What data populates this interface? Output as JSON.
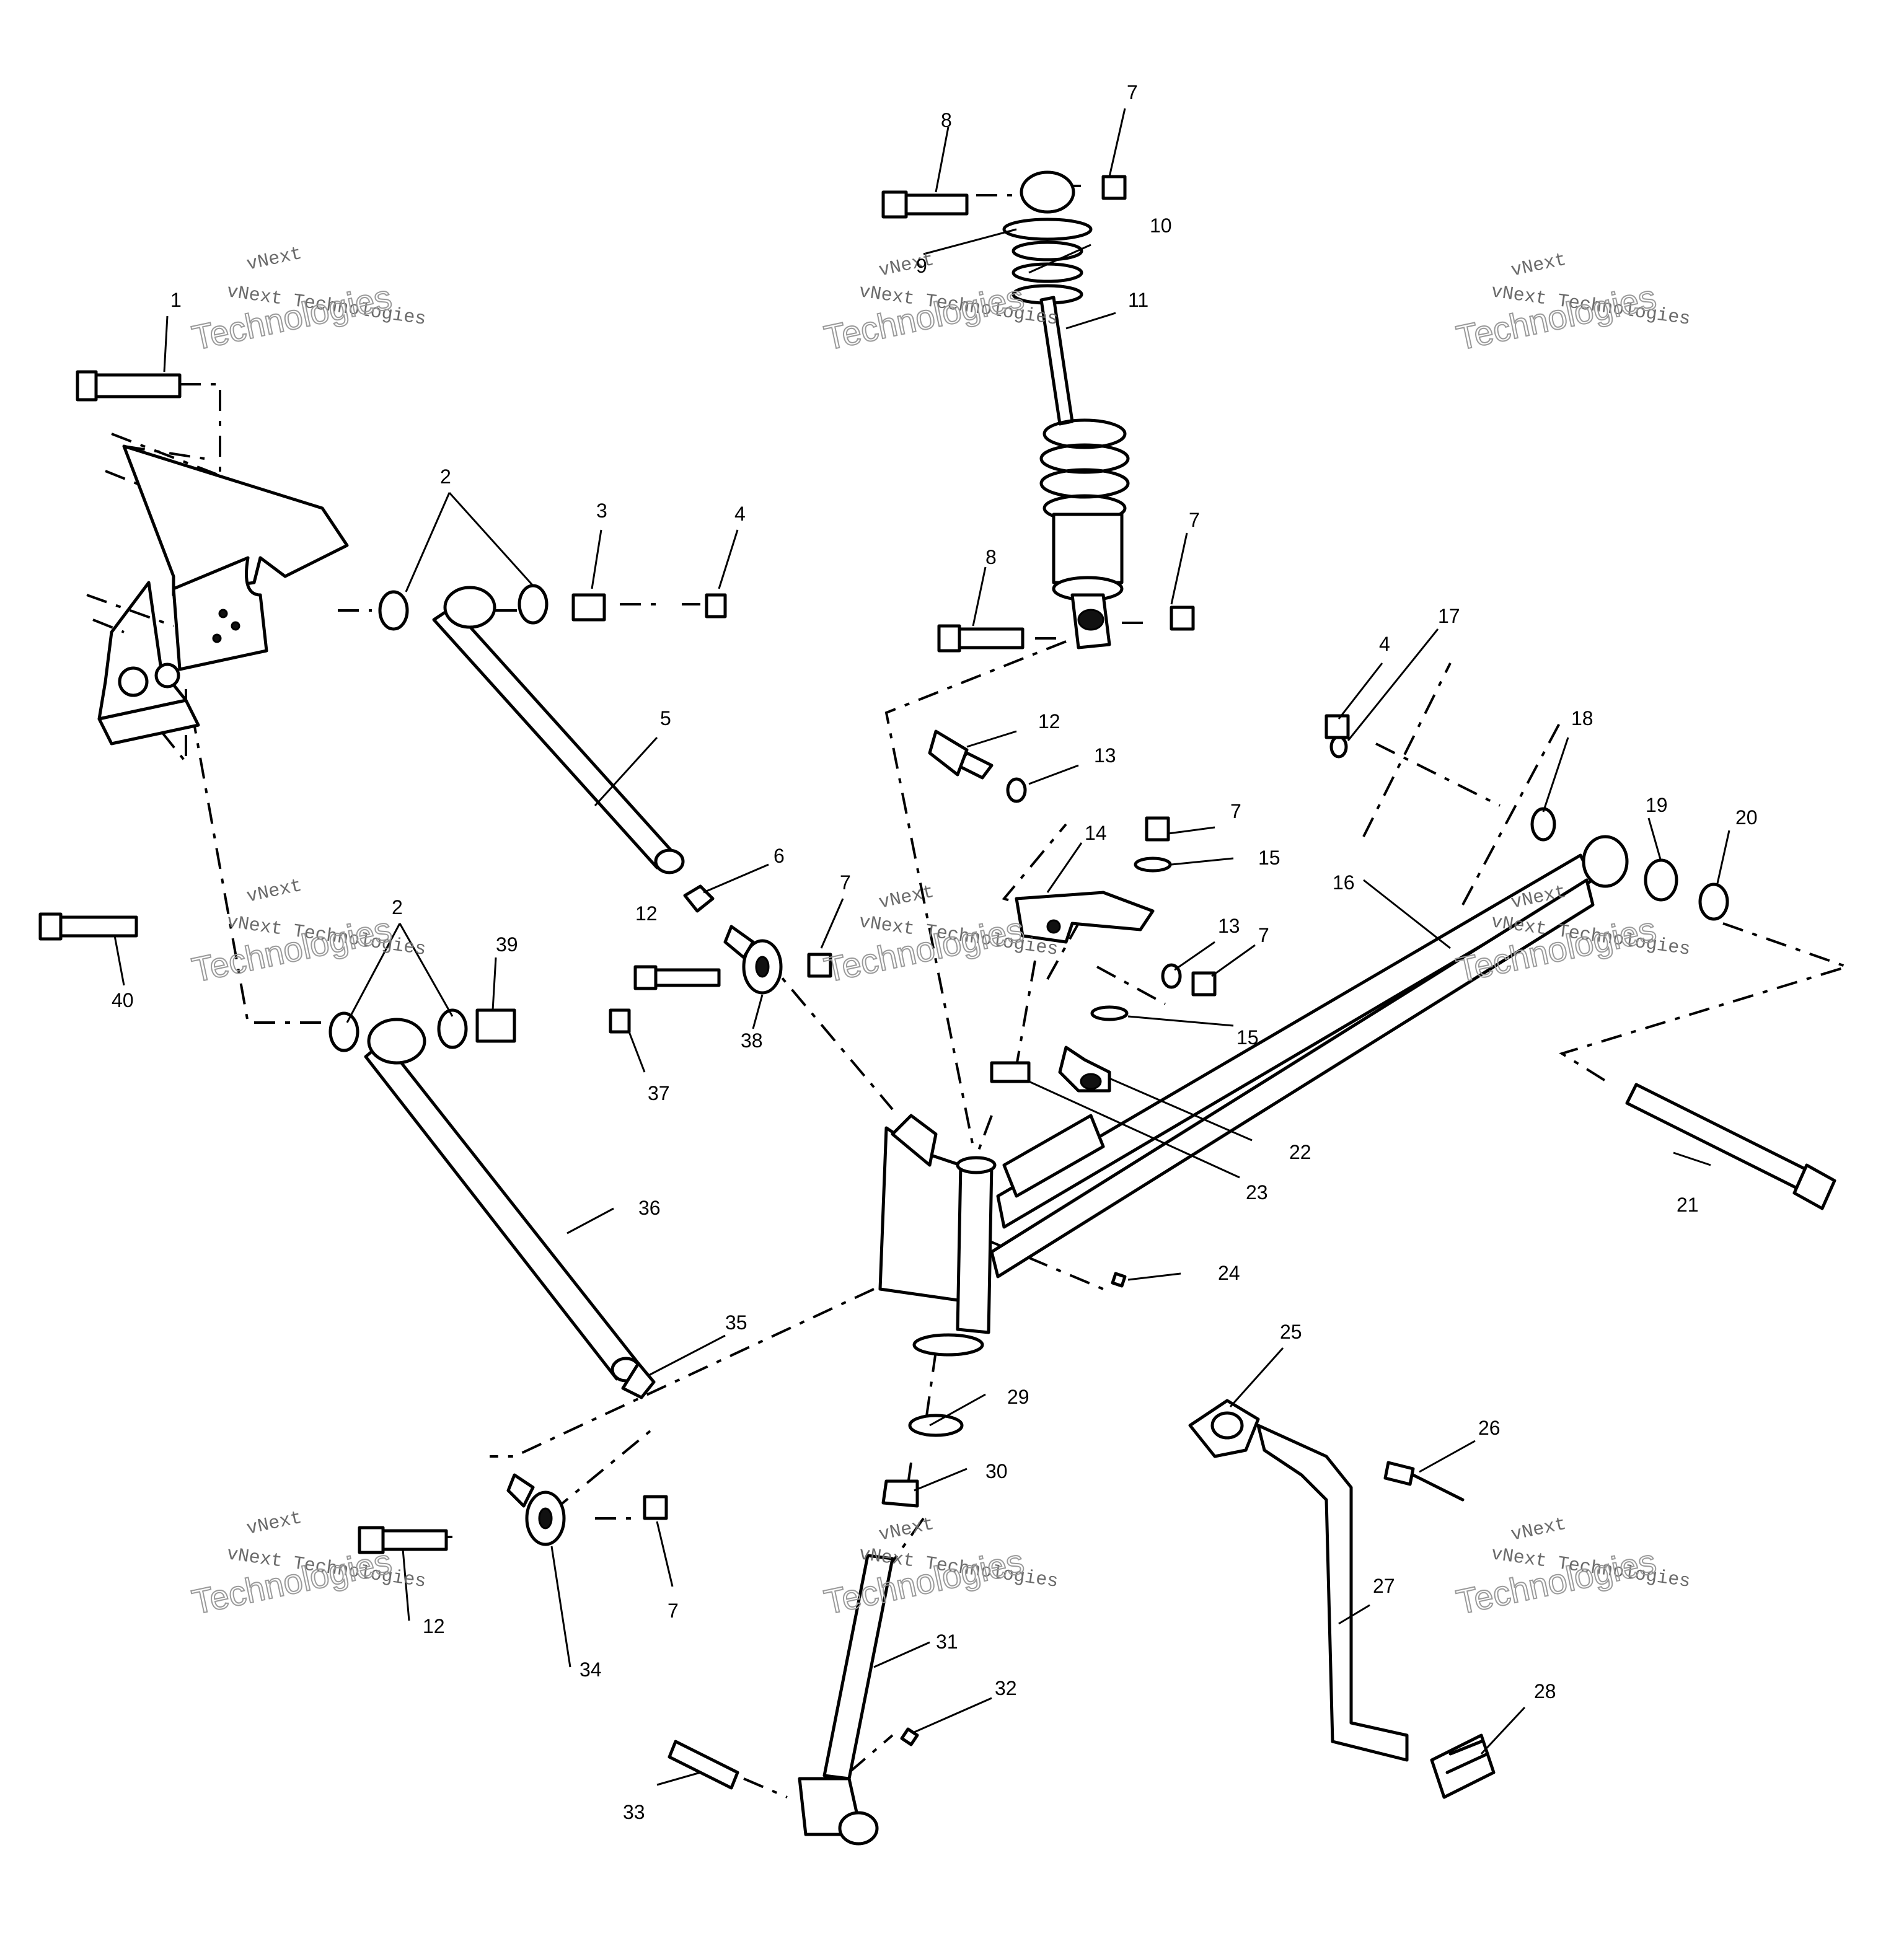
{
  "watermark": {
    "line1": "vNext",
    "line2": "vNext Technologies",
    "line3": "Technologies"
  },
  "callouts": {
    "c1": "1",
    "c2a": "2",
    "c2b": "2",
    "c3": "3",
    "c4a": "4",
    "c4b": "4",
    "c5": "5",
    "c6": "6",
    "c7a": "7",
    "c7b": "7",
    "c7c": "7",
    "c7d": "7",
    "c7e": "7",
    "c7f": "7",
    "c8a": "8",
    "c8b": "8",
    "c9": "9",
    "c10": "10",
    "c11": "11",
    "c12a": "12",
    "c12b": "12",
    "c12c": "12",
    "c13a": "13",
    "c13b": "13",
    "c14": "14",
    "c15a": "15",
    "c15b": "15",
    "c16": "16",
    "c17": "17",
    "c18": "18",
    "c19": "19",
    "c20": "20",
    "c21": "21",
    "c22": "22",
    "c23": "23",
    "c24": "24",
    "c25": "25",
    "c26": "26",
    "c27": "27",
    "c28": "28",
    "c29": "29",
    "c30": "30",
    "c31": "31",
    "c32": "32",
    "c33": "33",
    "c34": "34",
    "c35": "35",
    "c36": "36",
    "c37": "37",
    "c38": "38",
    "c39": "39",
    "c40": "40"
  }
}
